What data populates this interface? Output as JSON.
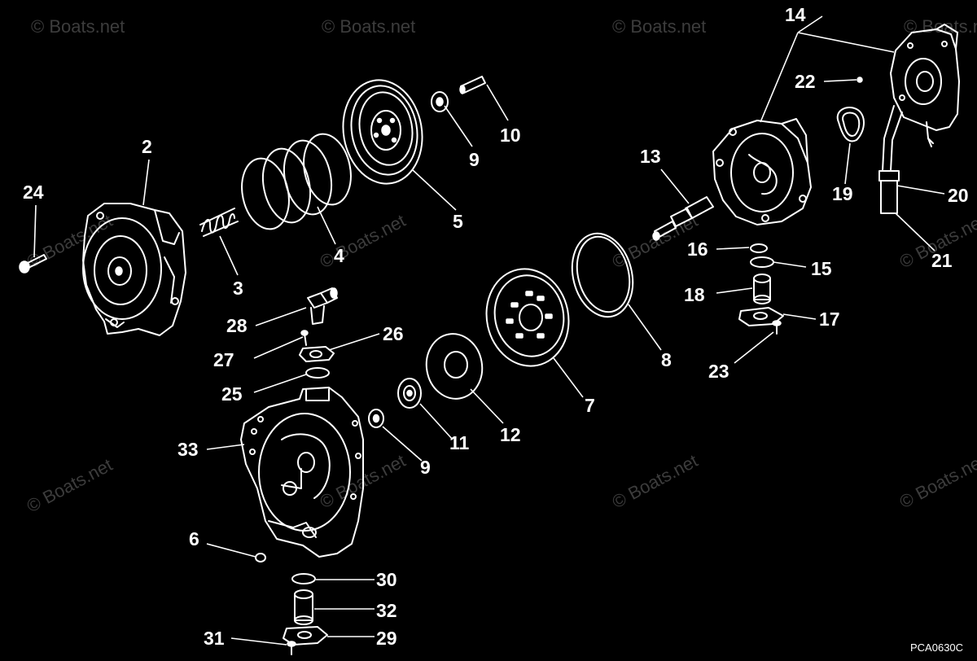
{
  "diagram": {
    "callouts": [
      {
        "id": "2",
        "label": "2"
      },
      {
        "id": "3",
        "label": "3"
      },
      {
        "id": "4",
        "label": "4"
      },
      {
        "id": "5",
        "label": "5"
      },
      {
        "id": "6",
        "label": "6"
      },
      {
        "id": "7",
        "label": "7"
      },
      {
        "id": "8",
        "label": "8"
      },
      {
        "id": "9a",
        "label": "9"
      },
      {
        "id": "9b",
        "label": "9"
      },
      {
        "id": "10",
        "label": "10"
      },
      {
        "id": "11",
        "label": "11"
      },
      {
        "id": "12",
        "label": "12"
      },
      {
        "id": "13",
        "label": "13"
      },
      {
        "id": "14",
        "label": "14"
      },
      {
        "id": "15",
        "label": "15"
      },
      {
        "id": "16",
        "label": "16"
      },
      {
        "id": "17",
        "label": "17"
      },
      {
        "id": "18",
        "label": "18"
      },
      {
        "id": "19",
        "label": "19"
      },
      {
        "id": "20",
        "label": "20"
      },
      {
        "id": "21",
        "label": "21"
      },
      {
        "id": "22",
        "label": "22"
      },
      {
        "id": "23",
        "label": "23"
      },
      {
        "id": "24",
        "label": "24"
      },
      {
        "id": "25",
        "label": "25"
      },
      {
        "id": "26",
        "label": "26"
      },
      {
        "id": "27",
        "label": "27"
      },
      {
        "id": "28",
        "label": "28"
      },
      {
        "id": "29",
        "label": "29"
      },
      {
        "id": "30",
        "label": "30"
      },
      {
        "id": "31",
        "label": "31"
      },
      {
        "id": "32",
        "label": "32"
      },
      {
        "id": "33",
        "label": "33"
      }
    ],
    "figure_code": "PCA0630C",
    "watermark_text": "© Boats.net",
    "colors": {
      "background": "#000000",
      "line": "#ffffff",
      "watermark": "#6e6e6e"
    }
  }
}
